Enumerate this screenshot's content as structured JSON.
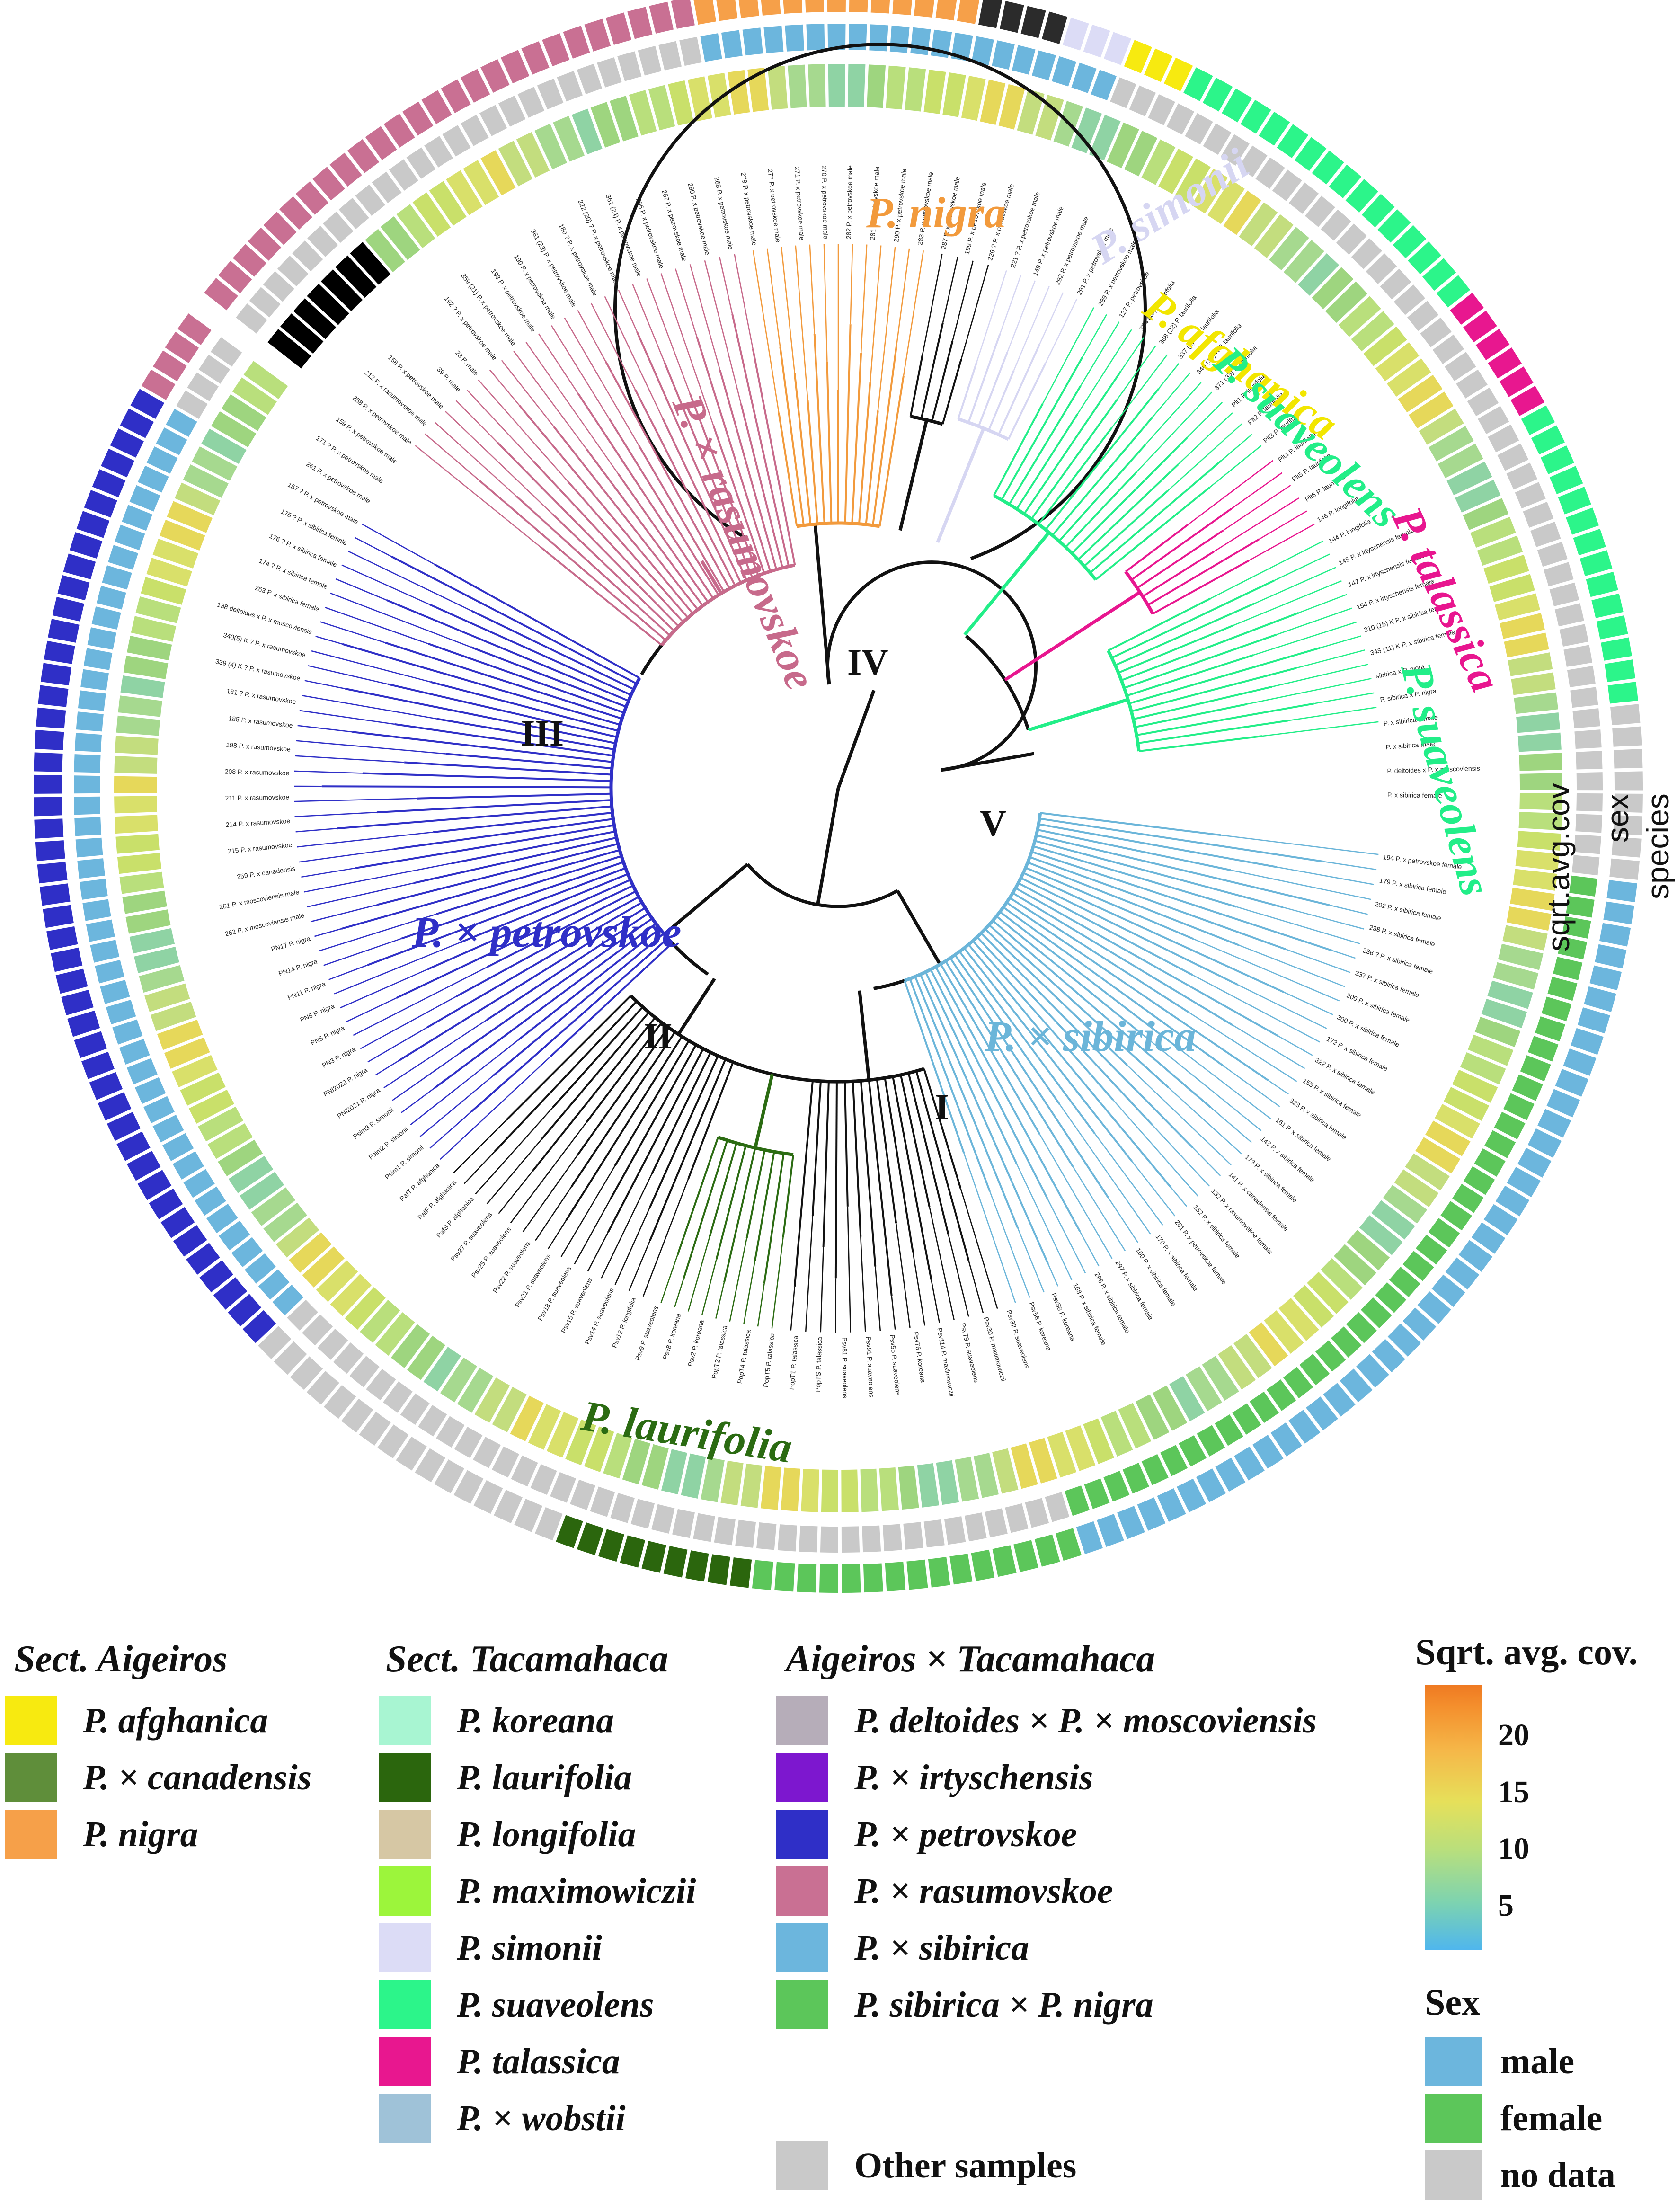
{
  "clades": [
    {
      "key": "nigra",
      "label": "P. nigra",
      "color": "#f29a3c"
    },
    {
      "key": "simonii",
      "label": "P. simonii",
      "color": "#d6d6f2"
    },
    {
      "key": "afghanica",
      "label": "P. afghanica",
      "color": "#f2e600"
    },
    {
      "key": "suaveolens",
      "label": "P. suaveolens",
      "color": "#22ee88"
    },
    {
      "key": "talassica",
      "label": "P. talassica",
      "color": "#e8168f"
    },
    {
      "key": "suaveolens2",
      "label": "P. suaveolens",
      "color": "#22ee88"
    },
    {
      "key": "rasumovskoe",
      "label": "P. × rasumovskoe",
      "color": "#c76a8b"
    },
    {
      "key": "petrovskoe",
      "label": "P. × petrovskoe",
      "color": "#2f2fc7"
    },
    {
      "key": "sibirica",
      "label": "P. × sibirica",
      "color": "#6bb5d9"
    },
    {
      "key": "laurifolia",
      "label": "P. laurifolia",
      "color": "#2b6b12"
    }
  ],
  "roman": [
    "I",
    "II",
    "III",
    "IV",
    "V"
  ],
  "ring_labels": {
    "cov": "sqrt.avg.cov",
    "sex": "sex",
    "species": "species"
  },
  "leaf_labels": [
    "194 P. x petrovskoe female",
    "179 P. x sibirica female",
    "202 P. x sibirica female",
    "238 P. x sibirica female",
    "236 ? P. x sibirica female",
    "237 P. x sibirica female",
    "200 P. x sibirica female",
    "300 P. x sibirica female",
    "172 P. x sibirica female",
    "322 P. x sibirica female",
    "155 P. x sibirica female",
    "323 P. x sibirica female",
    "161 P. x sibirica female",
    "143 P. x sibirica female",
    "173 P. x sibirica female",
    "141 P. x canadensis female",
    "132 P. x rasumovskoe female",
    "152 P. x sibirica female",
    "201 P. x petrovskoe female",
    "170 P. x sibirica female",
    "160 P. x sibirica female",
    "297 P. x sibirica female",
    "296 P. x sibirica female",
    "168 P. x sibirica female",
    "Psv58 P. koreana",
    "Psv56 P. koreana",
    "Psv32 P. suaveolens",
    "Psv30 P. maximowiczii",
    "Psv79 P. suaveolens",
    "Psv114 P. maximowiczii",
    "Psv76 P. koreana",
    "Psv55 P. suaveolens",
    "Psv91 P. suaveolens",
    "Psv81 P. suaveolens",
    "PopTS P. talassica",
    "PopT1 P. talassica",
    "PopT5 P. talassica",
    "PopT4 P. talassica",
    "PopT2 P. talassica",
    "Psv2 P. koreana",
    "Psv8 P. koreana",
    "Psv9 P. suaveolens",
    "Psv12 P. longifolia",
    "Psv14 P. suaveolens",
    "Psv15 P. suaveolens",
    "Psv18 P. suaveolens",
    "Psv21 P. suaveolens",
    "Psv22 P. suaveolens",
    "Psv25 P. suaveolens",
    "Psv27 P. suaveolens",
    "PafS P. afghanica",
    "PafF P. afghanica",
    "PafT P. afghanica",
    "Psim1 P. simonii",
    "Psim2 P. simonii",
    "Psim3 P. simonii",
    "PNI2021 P. nigra",
    "PNI2022 P. nigra",
    "PN3 P. nigra",
    "PN5 P. nigra",
    "PN8 P. nigra",
    "PN11 P. nigra",
    "PN14 P. nigra",
    "PN17 P. nigra",
    "262 P. x moscoviensis male",
    "261 P. x moscoviensis male",
    "259 P. x canadensis",
    "215 P. x rasumovskoe",
    "214 P. x rasumovskoe",
    "211 P. x rasumovskoe",
    "208 P. x rasumovskoe",
    "198 P. x rasumovskoe",
    "185 P. x rasumovskoe",
    "181 ? P. x rasumovskoe",
    "339 (4) K ? P. x rasumovskoe",
    "340(5) K ? P. x rasumovskoe",
    "138 deltoides x P. x moscoviensis",
    "263 P. x sibirica female",
    "174 ? P. x sibirica female",
    "176 ? P. x sibirica female",
    "175 ? P. x sibirica female",
    "157 ? P. x petrovskoe male",
    "261 P. x petrovskoe male",
    "171 ? P. x petrovskoe male",
    "159 P. x petrovskoe male",
    "258 P. x petrovskoe male",
    "212 P. x rasumovskoe male",
    "158 P. x petrovskoe male",
    "39 P. male",
    "23 P. male",
    "192 ? P. x petrovskoe male",
    "359 (21) P. x petrovskoe male",
    "193 P. x petrovskoe male",
    "190 P. x petrovskoe male",
    "361 (23) P. x petrovskoe male",
    "180 ? P. x petrovskoe male",
    "222 (20) ? P. x petrovskoe male",
    "362 (24) P. x petrovskoe male",
    "295 P. x petrovskoe male",
    "267 P. x petrovskoe male",
    "280 P. x petrovskoe male",
    "268 P. x petrovskoe male",
    "279 P. x petrovskoe male",
    "277 P. x petrovskoe male",
    "271 P. x petrovskoe male",
    "270 P. x petrovskoe male",
    "282 P. x petrovskoe male",
    "281 P. x petrovskoe male",
    "290 P. x petrovskoe male",
    "283 P. x petrovskoe male",
    "287 P. x petrovskoe male",
    "199 P. x petrovskoe male",
    "226 ? P. x petrovskoe male",
    "221 ? P. x petrovskoe male",
    "149 P. x petrovskoe male",
    "292 P. x petrovskoe male",
    "291 P. x petrovskoe male",
    "289 P. x petrovskoe male",
    "127 P. petrovskoe",
    "354 (16) P. laurifolia",
    "368 (22) P. laurifolia",
    "337 (2) K P. laurifolia",
    "346 (10) K P. laurifolia",
    "371 (33) P. laurifolia",
    "Plt1 P. laurifolia",
    "Plt2 P. laurifolia",
    "Plt3 P. laurifolia",
    "Plt4 P. laurifolia",
    "Plt5 P. laurifolia",
    "Plt6 P. laurifolia",
    "146 P. longifolia",
    "144 P. longifolia",
    "145 P. x irtyschensis female",
    "147 P. x irtyschensis female",
    "154 P. x irtyschensis female",
    "310 (15) K P. x sibirica female",
    "345 (11) K P. x sibirica female",
    "sibirica x P. nigra",
    "P. sibirica x P. nigra",
    "P. x sibirica female",
    "P. x sibirica male",
    "P. deltoides x P. x moscoviensis",
    "P. x sibirica female"
  ],
  "legend": {
    "groups": [
      {
        "title": "Sect. Aigeiros",
        "items": [
          {
            "label": "P. afghanica",
            "color": "#f7ea10"
          },
          {
            "label": "P. × canadensis",
            "color": "#5f8e3a"
          },
          {
            "label": "P. nigra",
            "color": "#f6a049"
          }
        ]
      },
      {
        "title": "Sect. Tacamahaca",
        "items": [
          {
            "label": "P. koreana",
            "color": "#a8f5d2"
          },
          {
            "label": "P. laurifolia",
            "color": "#2b660d"
          },
          {
            "label": "P. longifolia",
            "color": "#d6c7a4"
          },
          {
            "label": "P. maximowiczii",
            "color": "#9cf53b"
          },
          {
            "label": "P. simonii",
            "color": "#dcdcf6"
          },
          {
            "label": "P. suaveolens",
            "color": "#2cf58a"
          },
          {
            "label": "P. talassica",
            "color": "#e8178f"
          },
          {
            "label": "P. × wobstii",
            "color": "#9fc2d8"
          }
        ]
      },
      {
        "title": "Aigeiros × Tacamahaca",
        "items": [
          {
            "label": "P. deltoides × P. × moscoviensis",
            "color": "#b6adb9"
          },
          {
            "label": "P. × irtyschensis",
            "color": "#7d17cf"
          },
          {
            "label": "P. × petrovskoe",
            "color": "#2f2fc7"
          },
          {
            "label": "P. × rasumovskoe",
            "color": "#c97093"
          },
          {
            "label": "P. × sibirica",
            "color": "#6cb6dd"
          },
          {
            "label": "P. sibirica × P. nigra",
            "color": "#5cc65a"
          }
        ]
      }
    ],
    "other": {
      "label": "Other samples",
      "color": "#c9c9c9"
    },
    "cov": {
      "title": "Sqrt. avg. cov.",
      "ticks": [
        "20",
        "15",
        "10",
        "5"
      ]
    },
    "sex": {
      "title": "Sex",
      "items": [
        {
          "label": "male",
          "color": "#6cb6dd"
        },
        {
          "label": "female",
          "color": "#5cc65a"
        },
        {
          "label": "no data",
          "color": "#c9c9c9"
        }
      ]
    }
  }
}
